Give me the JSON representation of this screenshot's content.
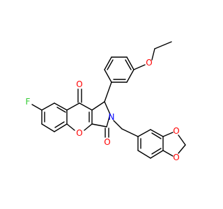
{
  "atoms": {
    "F": "F",
    "O_ketone": "O",
    "O_lactam": "O",
    "N": "N",
    "O_ring": "O",
    "O_ether": "O",
    "O_diox1": "O",
    "O_diox2": "O"
  },
  "colors": {
    "bond": "#000000",
    "oxygen": "#ff0000",
    "nitrogen": "#0000ff",
    "fluorine": "#33cc33",
    "background": "#ffffff"
  }
}
